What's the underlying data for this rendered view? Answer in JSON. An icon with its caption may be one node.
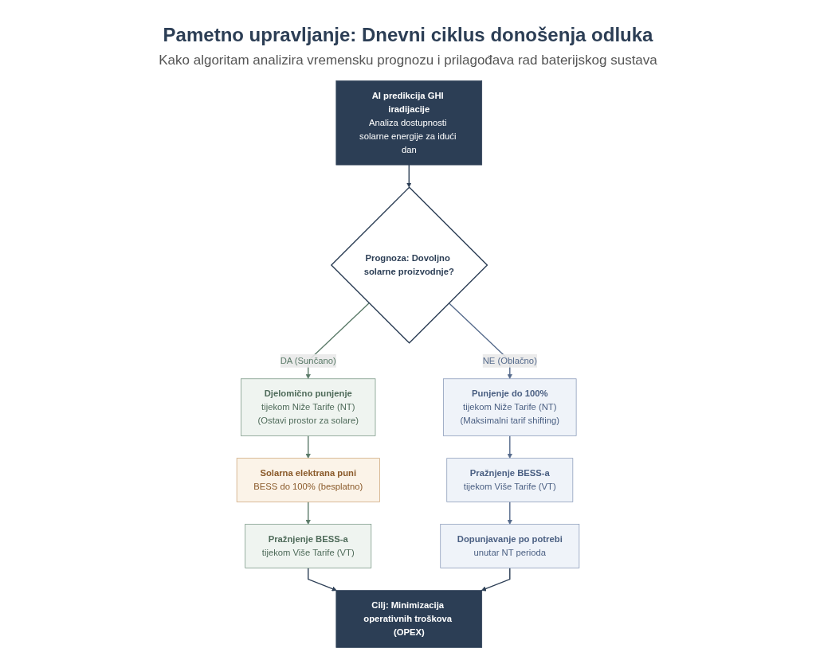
{
  "diagram": {
    "title": "Pametno upravljanje: Dnevni ciklus donošenja odluka",
    "nodes": [
      {
        "text": [
          "AI predikcija GHI iradijacije",
          "Analiza dostupnosti solarne energije za idući dan"
        ]
      },
      {
        "text": [
          "Prognoza: Dovoljno solarne proizvodnje?"
        ]
      },
      {
        "text": [
          "Djelomično punjenje",
          "tijekom Niže Tarife (NT)",
          "(Ostavi prostor za solare)"
        ]
      },
      {
        "text": [
          "Punjenje do 100%",
          "tijekom Niže Tarife (NT)",
          "(Maksimalni tarif shifting)"
        ]
      },
      {
        "text": [
          "Solarna elektrana puni",
          "BESS do 100% (besplatno)"
        ]
      },
      {
        "text": [
          "Pražnjenje BESS-a",
          "tijekom Više Tarife (VT)"
        ]
      },
      {
        "text": [
          "Pražnjenje BESS-a",
          "tijekom Više Tarife (VT)"
        ]
      },
      {
        "text": [
          "Dopunjavanje po potrebi",
          "unutar NT perioda"
        ]
      },
      {
        "text": [
          "Cilj: Minimizacija operativnih troškova (OPEX)"
        ]
      }
    ],
    "edges": [
      {
        "from": 0,
        "to": 1,
        "arrow": "to"
      },
      {
        "from": 1,
        "to": 2,
        "arrow": "to",
        "label": "DA (Sunčano)",
        "color": "#5b7b69"
      },
      {
        "from": 1,
        "to": 3,
        "arrow": "to",
        "label": "NE (Oblačno)",
        "color": "#566b8c"
      },
      {
        "from": 2,
        "to": 4,
        "arrow": "to",
        "color": "#5b7b69"
      },
      {
        "from": 3,
        "to": 5,
        "arrow": "to",
        "color": "#566b8c"
      },
      {
        "from": 4,
        "to": 6,
        "arrow": "to",
        "color": "#5b7b69"
      },
      {
        "from": 5,
        "to": 7,
        "arrow": "to",
        "color": "#566b8c"
      },
      {
        "from": 6,
        "to": 8,
        "arrow": "to"
      },
      {
        "from": 7,
        "to": 8,
        "arrow": "to"
      }
    ],
    "labels": [
      "Kako algoritam analizira vremensku prognozu i prilagođava rad baterijskog sustava"
    ]
  }
}
